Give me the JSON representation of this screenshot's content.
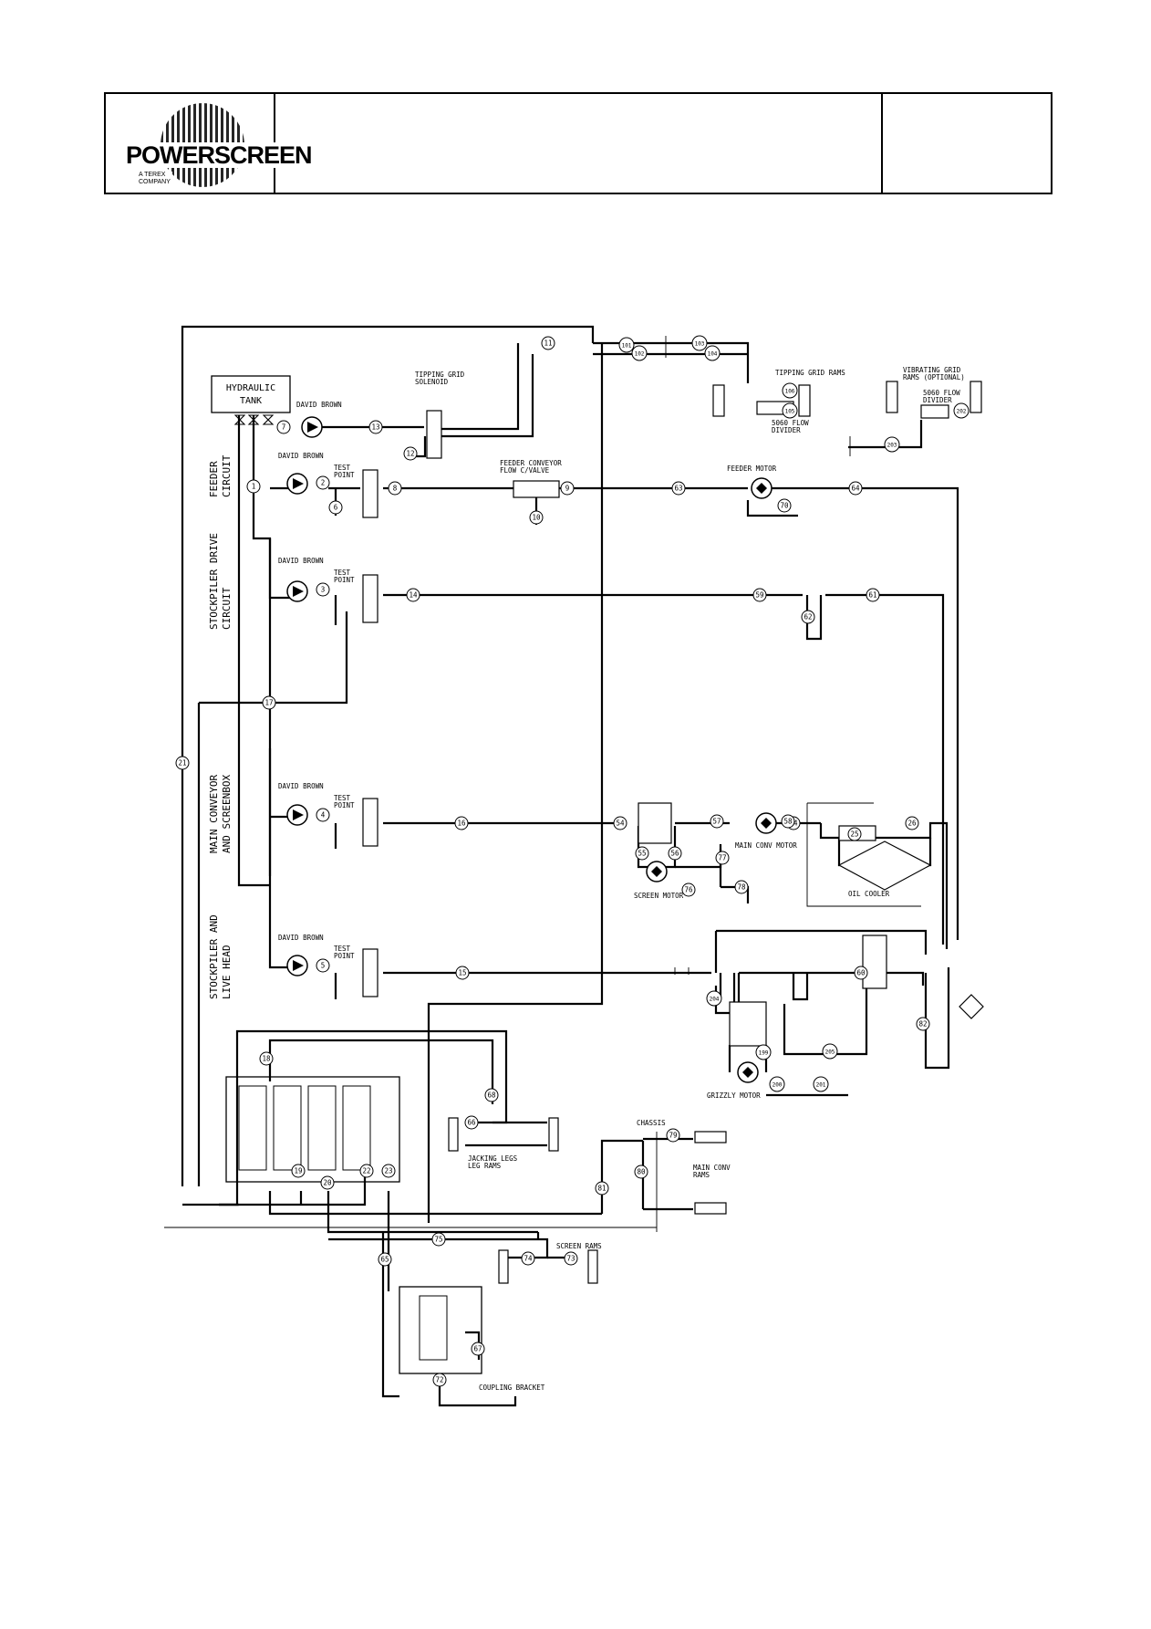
{
  "logo": {
    "name": "POWERSCREEN",
    "tagline_1": "A TEREX",
    "tagline_2": "COMPANY"
  },
  "labels": {
    "hydraulic_tank_1": "HYDRAULIC",
    "hydraulic_tank_2": "TANK",
    "pump_david_brown": "DAVID BROWN",
    "test_point_1": "TEST",
    "test_point_2": "POINT",
    "tipping_grid_solenoid_1": "TIPPING GRID",
    "tipping_grid_solenoid_2": "SOLENOID",
    "tipping_grid_rams": "TIPPING GRID RAMS",
    "flow_divider_5060_1": "5060 FLOW",
    "flow_divider_5060_2": "DIVIDER",
    "vibrating_grid_rams_1": "VIBRATING GRID",
    "vibrating_grid_rams_2": "RAMS (OPTIONAL)",
    "feeder_conveyor_valve_1": "FEEDER CONVEYOR",
    "feeder_conveyor_valve_2": "FLOW C/VALVE",
    "feeder_motor": "FEEDER MOTOR",
    "main_conv_motor": "MAIN CONV MOTOR",
    "screen_motor": "SCREEN MOTOR",
    "oil_cooler": "OIL COOLER",
    "grizzly_motor": "GRIZZLY MOTOR",
    "jacking_legs_1": "JACKING LEGS",
    "jacking_legs_2": "LEG RAMS",
    "chassis": "CHASSIS",
    "main_conv_rams_1": "MAIN CONV",
    "main_conv_rams_2": "RAMS",
    "screen_rams": "SCREEN RAMS",
    "coupling_bracket": "COUPLING BRACKET",
    "circuit_feeder_1": "FEEDER",
    "circuit_feeder_2": "CIRCUIT",
    "circuit_stockpiler_drive_1": "STOCKPILER DRIVE",
    "circuit_stockpiler_drive_2": "CIRCUIT",
    "circuit_main_conveyor_1": "MAIN CONVEYOR",
    "circuit_main_conveyor_2": "AND SCREENBOX",
    "circuit_stockpiler_live_1": "STOCKPILER AND",
    "circuit_stockpiler_live_2": "LIVE HEAD"
  },
  "hose_numbers": [
    "1",
    "2",
    "3",
    "4",
    "5",
    "6",
    "7",
    "8",
    "9",
    "10",
    "11",
    "12",
    "13",
    "14",
    "15",
    "16",
    "17",
    "18",
    "19",
    "20",
    "21",
    "22",
    "23",
    "24",
    "25",
    "26",
    "54",
    "55",
    "56",
    "57",
    "58",
    "59",
    "60",
    "61",
    "62",
    "63",
    "64",
    "65",
    "66",
    "67",
    "68",
    "70",
    "72",
    "73",
    "74",
    "75",
    "76",
    "77",
    "78",
    "79",
    "80",
    "81",
    "82",
    "101",
    "102",
    "103",
    "104",
    "105",
    "106",
    "199",
    "200",
    "201",
    "202",
    "203",
    "204",
    "205"
  ]
}
